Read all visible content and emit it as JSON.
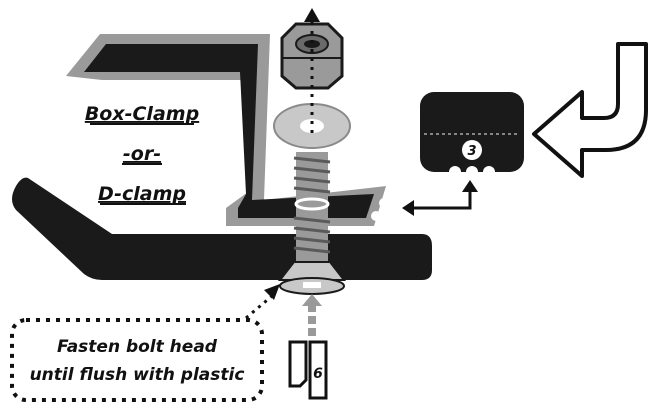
{
  "labels": {
    "clamp_line1": "Box-Clamp",
    "clamp_line2": "-or-",
    "clamp_line3": "D-clamp",
    "callout_line1": "Fasten bolt head",
    "callout_line2": "until flush with plastic",
    "part_number": "3",
    "tool_number": "6"
  },
  "colors": {
    "dark": "#1a1a1a",
    "gray": "#9a9a9a",
    "light_gray": "#c8c8c8",
    "white": "#ffffff"
  },
  "icons": {
    "big_arrow": "curved-arrow-icon",
    "tool": "hex-key-icon"
  }
}
